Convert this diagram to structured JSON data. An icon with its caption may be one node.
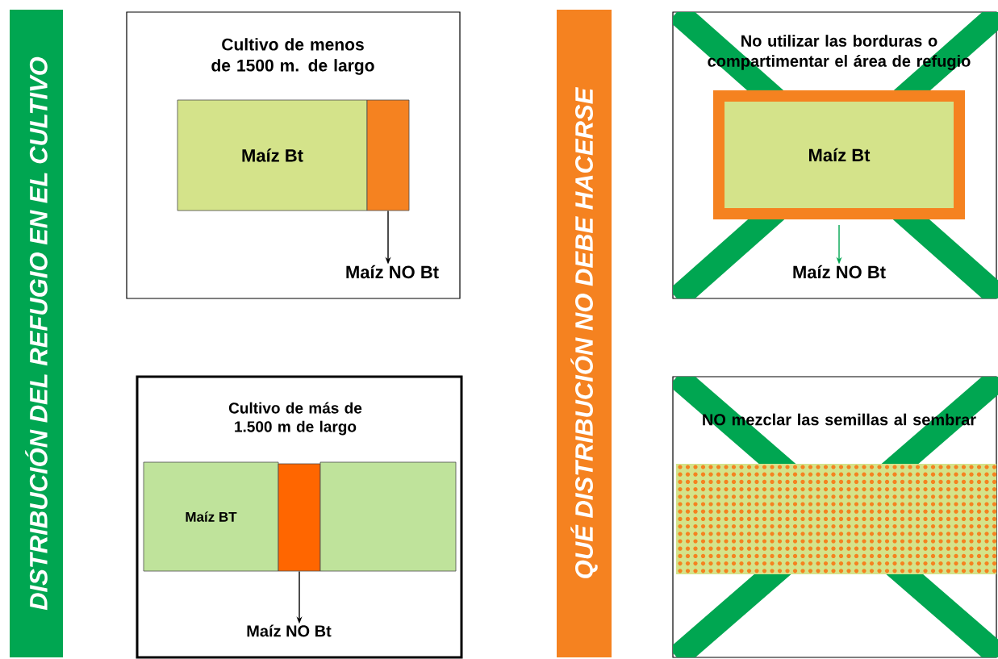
{
  "diagram": {
    "nodes": [
      {
        "text": [
          "DISTRIBUCIÓN DEL REFUGIO EN EL CULTIVO"
        ]
      },
      {
        "text": [
          "Cultivo de menos de 1500 m. de  largo"
        ]
      },
      {
        "text": [
          "Maíz Bt"
        ],
        "in": 1
      },
      {
        "text": [],
        "shape": "box",
        "in": 1
      },
      {
        "text": [
          "Maíz NO Bt"
        ],
        "in": 1
      },
      {
        "text": [
          "Cultivo de más de 1.500 m de largo"
        ]
      },
      {
        "text": [
          "Maíz BT"
        ],
        "in": 5
      },
      {
        "text": [],
        "shape": "box",
        "in": 5
      },
      {
        "text": [],
        "shape": "box",
        "in": 5
      },
      {
        "text": [
          "Maíz NO Bt"
        ],
        "in": 5
      },
      {
        "text": [
          "QUÉ DISTRIBUCIÓN NO DEBE HACERSE"
        ]
      },
      {
        "text": [
          "No utilizar las borduras o compartimentar el área de refugio"
        ]
      },
      {
        "text": [
          "Maíz Bt"
        ],
        "in": 11
      },
      {
        "text": [
          "Maíz NO Bt"
        ],
        "in": 11
      },
      {
        "text": [
          "NO mezclar las semillas al sembrar"
        ]
      },
      {
        "text": [],
        "shape": "box",
        "in": 14
      }
    ],
    "edges": [
      {
        "from": 3,
        "to": 4,
        "arrow": "to"
      },
      {
        "from": 7,
        "to": 9,
        "arrow": "to"
      },
      {
        "from": 12,
        "to": 13,
        "arrow": "to",
        "color": "#00a651"
      }
    ]
  }
}
